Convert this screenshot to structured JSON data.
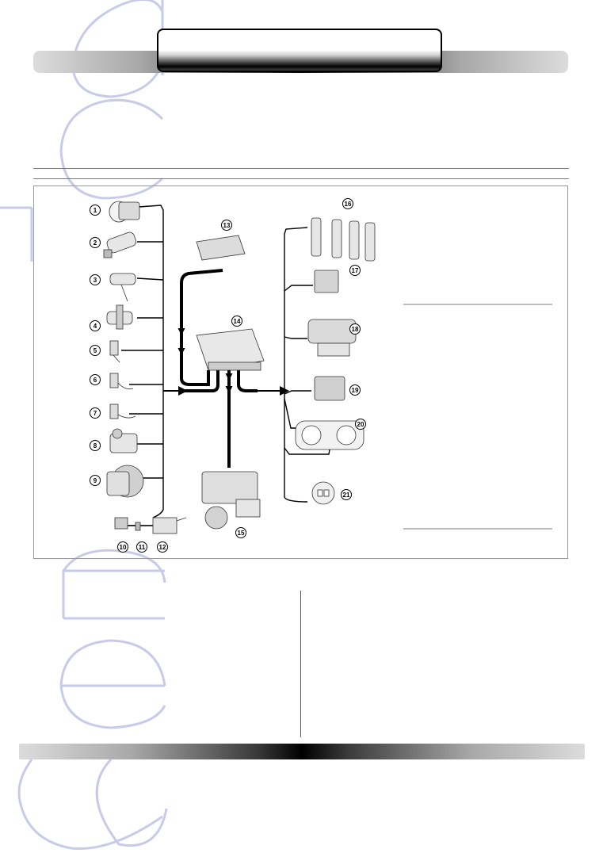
{
  "diagram": {
    "labels": [
      "1",
      "2",
      "3",
      "4",
      "5",
      "6",
      "7",
      "8",
      "9",
      "10",
      "11",
      "12",
      "13",
      "14",
      "15",
      "16",
      "17",
      "18",
      "19",
      "20",
      "21"
    ]
  },
  "colors": {
    "watermark": "#c5c8e6",
    "line": "#000000",
    "frame": "#9a9a9a"
  }
}
